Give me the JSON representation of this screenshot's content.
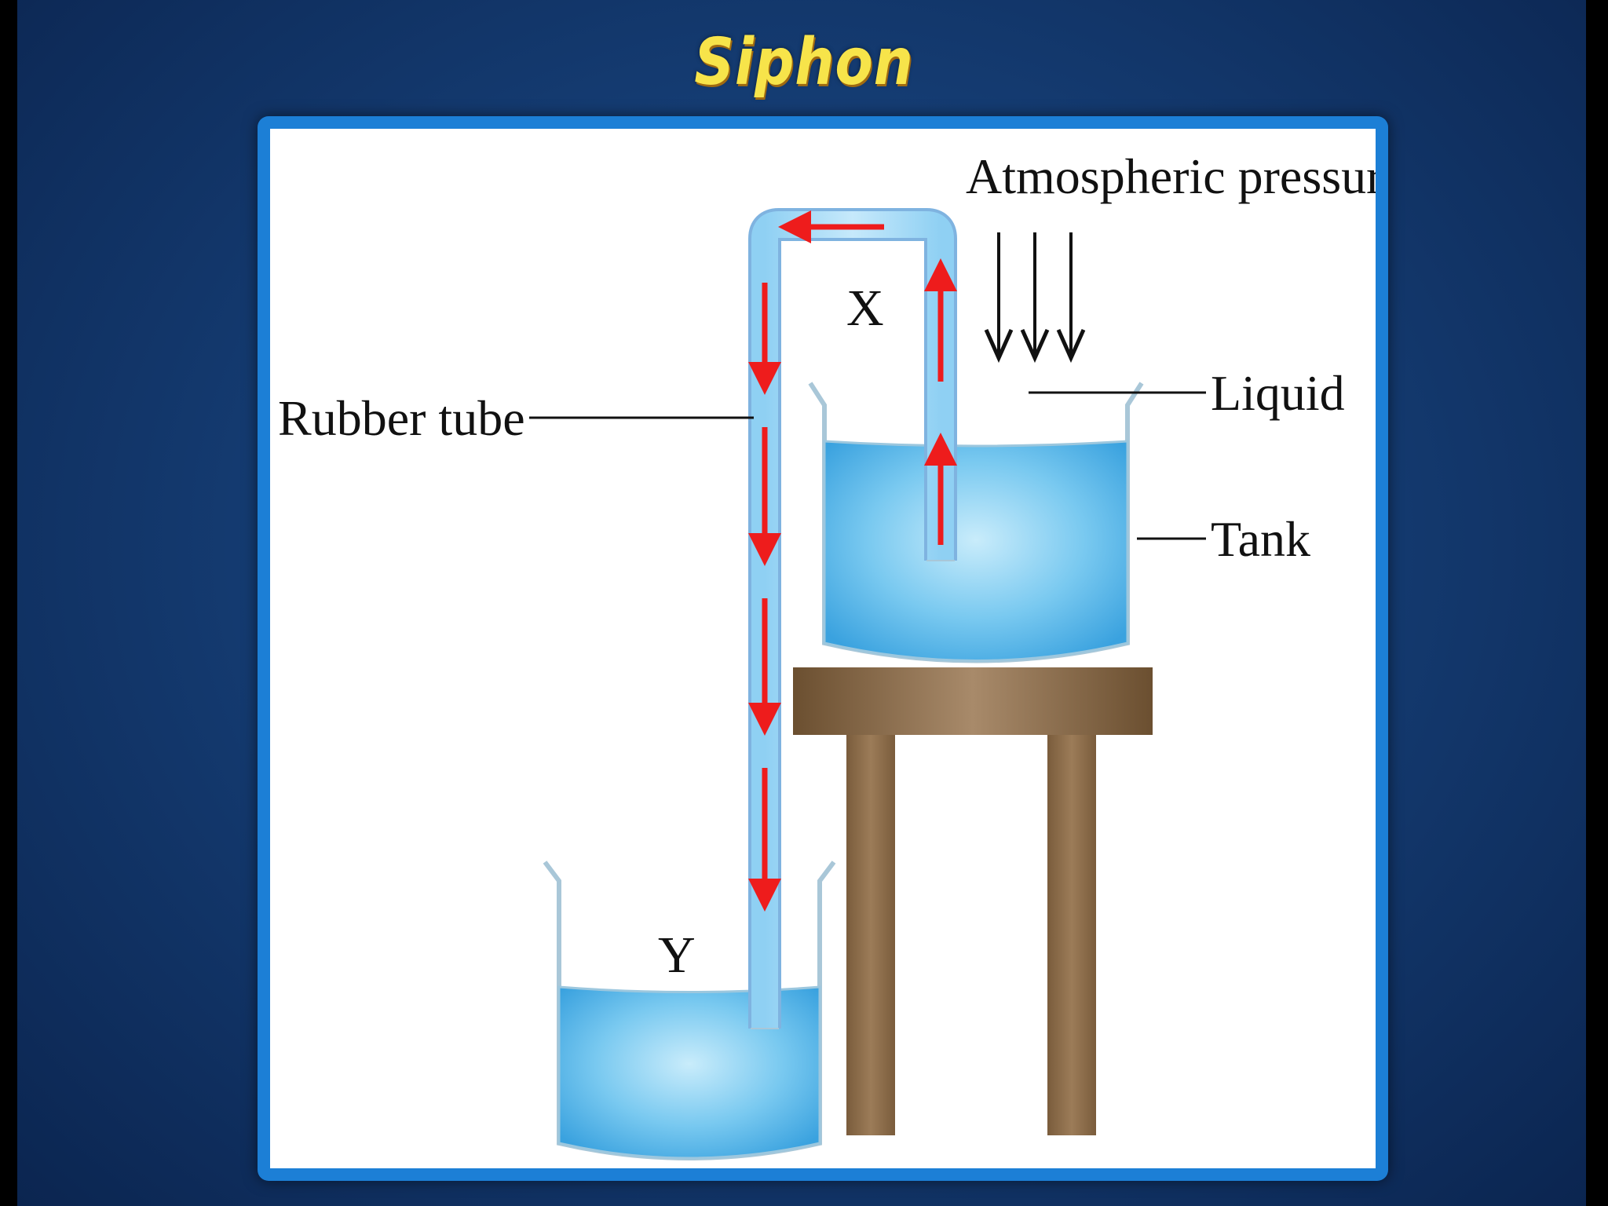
{
  "slide": {
    "title": "Siphon"
  },
  "diagram": {
    "labels": {
      "atmospheric_pressure": "Atmospheric pressure",
      "rubber_tube": "Rubber tube",
      "liquid": "Liquid",
      "tank": "Tank",
      "point_x": "X",
      "point_y": "Y"
    }
  },
  "colors": {
    "background": "#153d74",
    "title": "#f7e44a",
    "frame": "#1c7fd6",
    "liquid": "#6ec3ee",
    "flow_arrow": "#ee1c1c",
    "stool": "#8a6a45"
  }
}
